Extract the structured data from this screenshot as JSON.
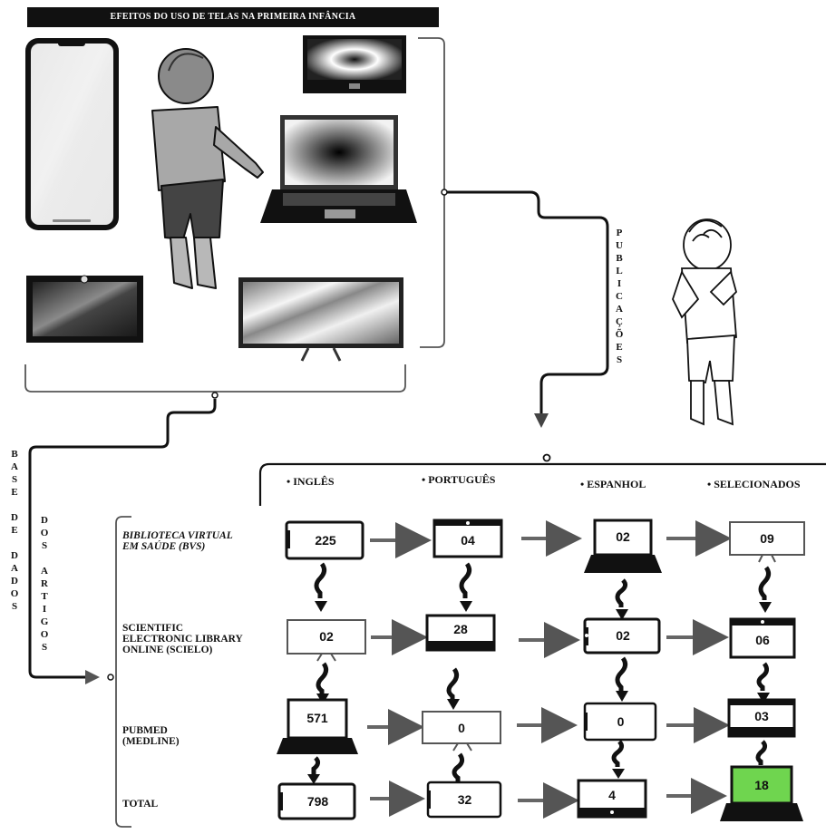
{
  "banner_title": "EFEITOS DO USO DE TELAS NA PRIMEIRA INFÂNCIA",
  "side_labels": {
    "publicacoes": "P\nU\nB\nL\nI\nC\nA\nÇ\nÕ\nE\nS",
    "base_de_dados": "B\nA\nS\nE\n\nD\nE\n\nD\nA\nD\nO\nS",
    "dos_artigos": "D\nO\nS\n\nA\nR\nT\nI\nG\nO\nS"
  },
  "languages": [
    "• INGLÊS",
    "• PORTUGUÊS",
    "• ESPANHOL",
    "• SELECIONADOS"
  ],
  "databases": [
    {
      "name": "BIBLIOTECA VIRTUAL\nEM SAÚDE (BVS)",
      "values": [
        "225",
        "04",
        "02",
        "09"
      ]
    },
    {
      "name": "SCIENTIFIC\nELECTRONIC LIBRARY\nONLINE (SCIELO)",
      "values": [
        "02",
        "28",
        "02",
        "06"
      ]
    },
    {
      "name": "PUBMED\n(MEDLINE)",
      "values": [
        "571",
        "0",
        "0",
        "03"
      ]
    },
    {
      "name": "TOTAL",
      "values": [
        "798",
        "32",
        "4",
        "18"
      ]
    }
  ],
  "highlight_color": "#6fd54f"
}
